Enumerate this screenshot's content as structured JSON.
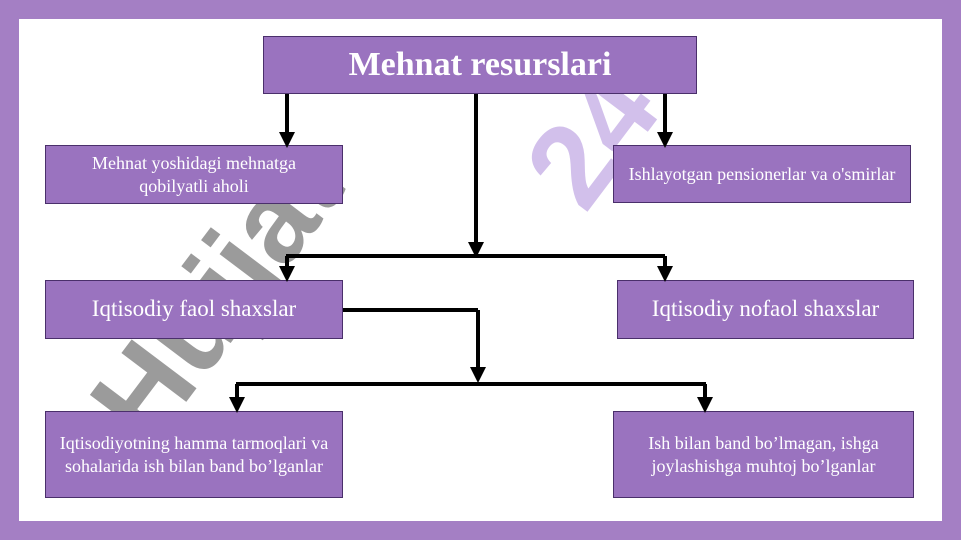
{
  "title": "Mehnat resurslari",
  "level1": {
    "left": "Mehnat yoshidagi mehnatga qobilyatli aholi",
    "right": "Ishlayotgan pensionerlar va o'smirlar"
  },
  "level2": {
    "left": "Iqtisodiy faol shaxslar",
    "right": "Iqtisodiy nofaol shaxslar"
  },
  "level3": {
    "left": "Iqtisodiyotning hamma tarmoqlari va sohalarida ish bilan band bo’lganlar",
    "right": "Ish bilan band bo’lmagan, ishga joylashishga muhtoj bo’lganlar"
  },
  "watermark": {
    "word": "Hujjat",
    "number": "24"
  },
  "colors": {
    "frame": "#a47fc4",
    "box_fill": "#9a73bf",
    "box_border": "#4a2f6b",
    "arrow": "#000000",
    "watermark_gray": "#8a8a8a",
    "watermark_purple": "#c7b0e6"
  }
}
